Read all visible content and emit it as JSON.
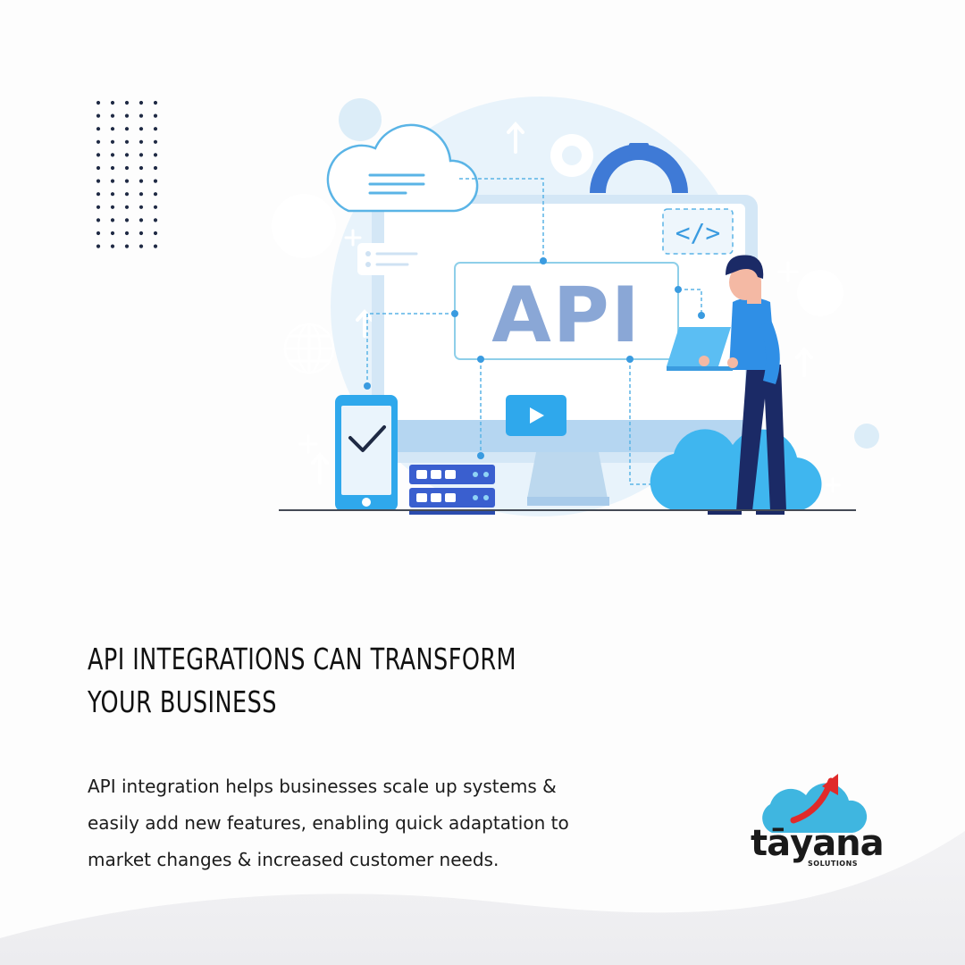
{
  "headline": "API INTEGRATIONS CAN TRANSFORM YOUR BUSINESS",
  "body": "API integration helps businesses scale up systems & easily add new features, enabling quick adaptation to market changes & increased customer needs.",
  "illustration": {
    "screen_label": "API",
    "code_tag": "</>"
  },
  "brand": {
    "name": "tāyana",
    "tagline": "SOLUTIONS",
    "colors": {
      "cloud": "#3fb6e0",
      "arrow": "#e02a2a",
      "accent_blue": "#2f7fd8",
      "api_text": "#8aa7d6"
    }
  }
}
